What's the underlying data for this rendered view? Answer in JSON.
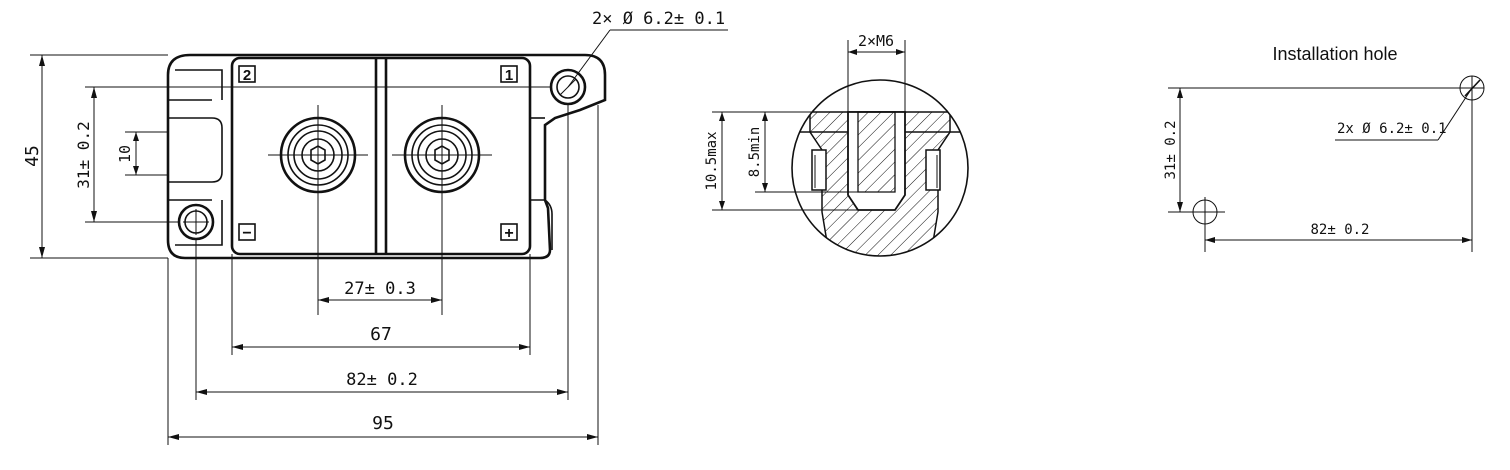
{
  "labels": {
    "hole_callout_main": "2× Ø 6.2± 0.1",
    "height_total": "45",
    "hole_pitch_vertical": "31± 0.2",
    "slot_height": "10",
    "terminal_pitch": "27± 0.3",
    "body_width": "67",
    "hole_pitch_horizontal": "82± 0.2",
    "overall_width": "95",
    "terminal_2": "2",
    "terminal_1": "1",
    "terminal_minus": "−",
    "terminal_plus": "+",
    "thread": "2×M6",
    "depth_max": "10.5max",
    "depth_min": "8.5min",
    "installation_title": "Installation hole",
    "install_callout": "2x Ø 6.2± 0.1",
    "install_vertical": "31± 0.2",
    "install_horizontal": "82± 0.2"
  }
}
